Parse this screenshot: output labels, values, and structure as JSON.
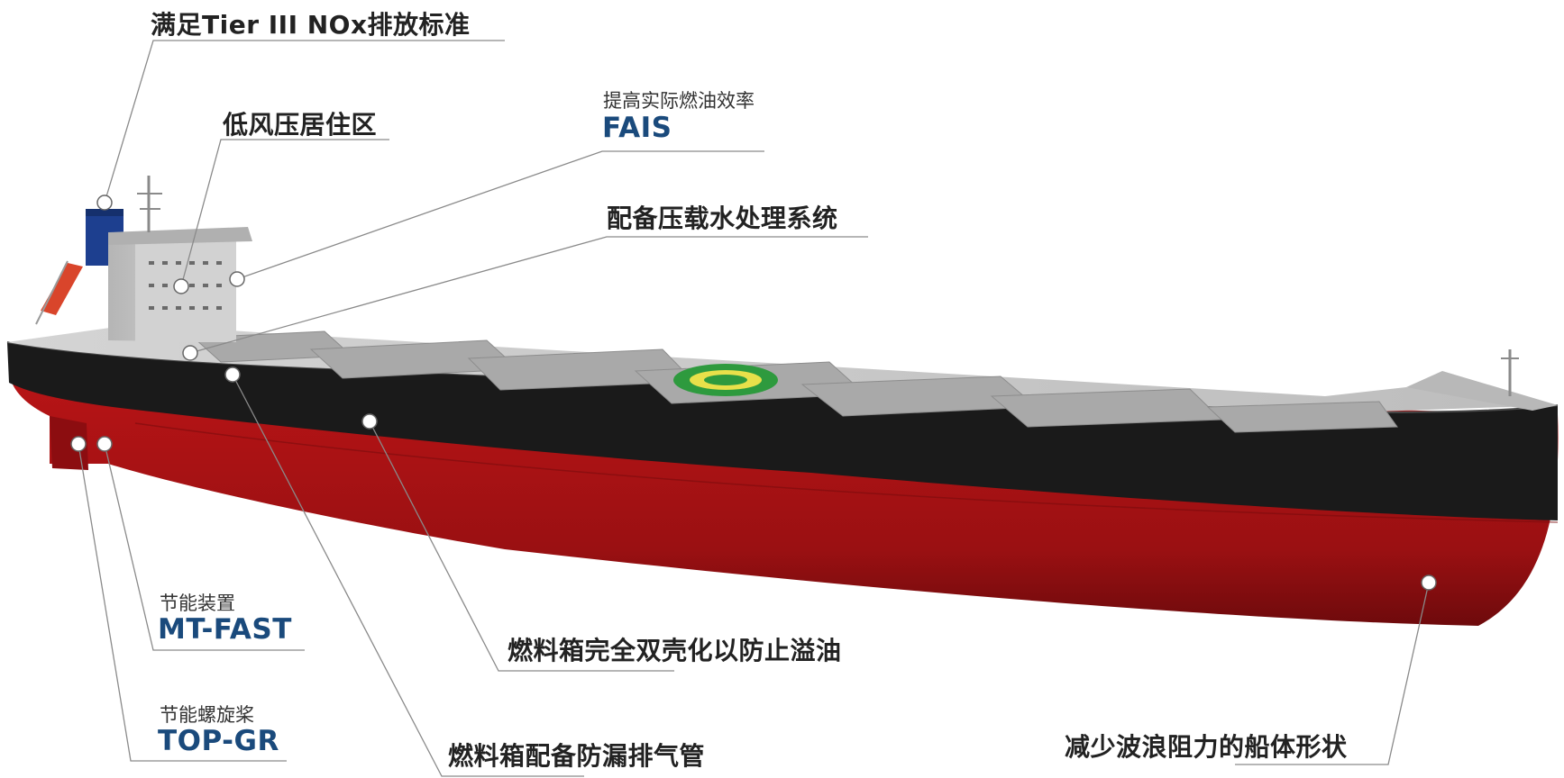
{
  "colors": {
    "hull_red": "#b01214",
    "hull_black": "#1a1a1a",
    "deck_gray": "#c9c9c9",
    "funnel_blue": "#1d3f8f",
    "leader_line": "#8a8a8a",
    "code_blue": "#1a4a7c",
    "helipad_green": "#2e9a3e"
  },
  "callouts": {
    "tier3": {
      "title": "满足Tier III NOx排放标准"
    },
    "accom": {
      "title": "低风压居住区"
    },
    "fais": {
      "subtitle": "提高实际燃油效率",
      "code": "FAIS"
    },
    "ballast": {
      "title": "配备压载水处理系统"
    },
    "mtfast": {
      "subtitle": "节能装置",
      "code": "MT-FAST"
    },
    "topgr": {
      "subtitle": "节能螺旋桨",
      "code": "TOP-GR"
    },
    "doublehull": {
      "title": "燃料箱完全双壳化以防止溢油"
    },
    "vent": {
      "title": "燃料箱配备防漏排气管"
    },
    "hullform": {
      "title": "减少波浪阻力的船体形状"
    }
  }
}
